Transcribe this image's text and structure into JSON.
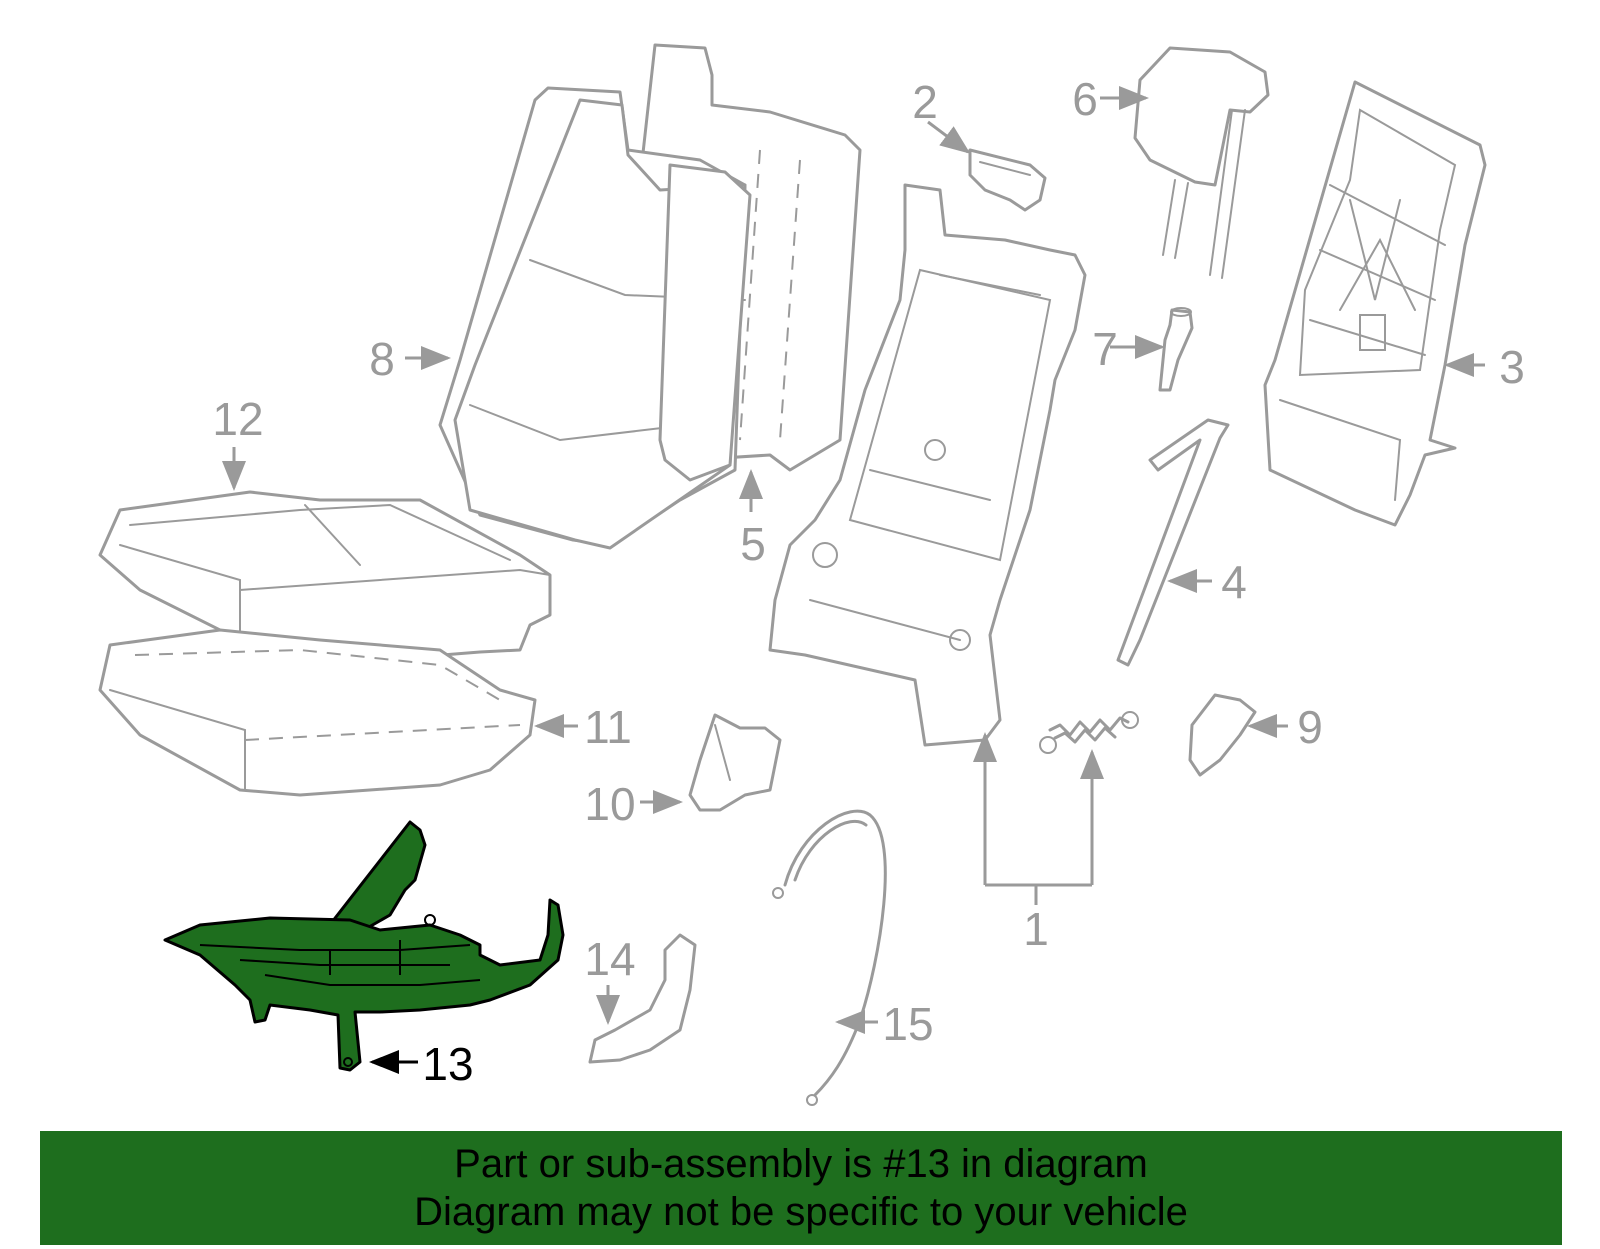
{
  "callouts": {
    "c1": "1",
    "c2": "2",
    "c3": "3",
    "c4": "4",
    "c5": "5",
    "c6": "6",
    "c7": "7",
    "c8": "8",
    "c9": "9",
    "c10": "10",
    "c11": "11",
    "c12": "12",
    "c13": "13",
    "c14": "14",
    "c15": "15"
  },
  "highlight": {
    "part_number": "13",
    "color": "#1e6e1e",
    "outline_color": "#000000"
  },
  "line_color": "#9a9a9a",
  "banner": {
    "line1": "Part or sub-assembly is #13 in diagram",
    "line2": "Diagram may not be specific to your vehicle",
    "background": "#1e6e1e"
  }
}
